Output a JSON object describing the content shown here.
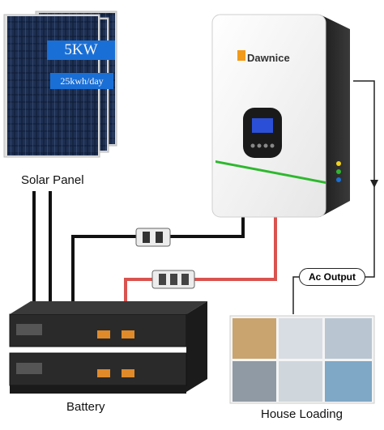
{
  "labels": {
    "solar_panel": "Solar Panel",
    "battery": "Battery",
    "house_loading": "House Loading",
    "ac_output": "Ac Output"
  },
  "solar_badges": {
    "power": "5KW",
    "energy": "25kwh/day"
  },
  "inverter": {
    "brand": "Dawnice"
  },
  "colors": {
    "dc_cable": "#111111",
    "ac_cable": "#d9534f",
    "brand_orange": "#f29a1a",
    "status_green": "#2eb82e",
    "badge_blue": "#1a6fd6"
  }
}
